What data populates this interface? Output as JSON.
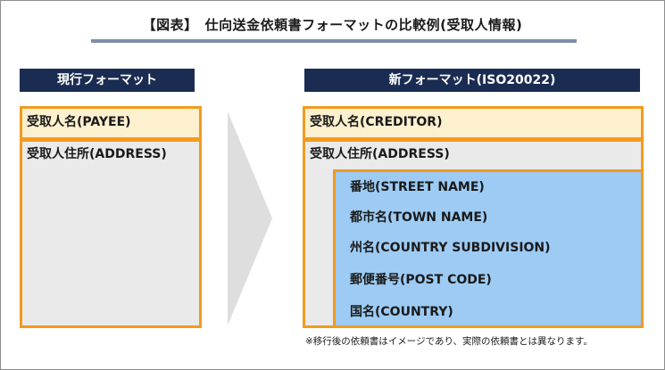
{
  "title": "【図表】　仕向送金依頼書フォーマットの比較例(受取人情報)",
  "current_format": {
    "header": "現行フォーマット",
    "fields": [
      "受取人名(PAYEE)",
      "受取人住所(ADDRESS)"
    ]
  },
  "new_format": {
    "header": "新フォーマット(ISO20022)",
    "name_field": "受取人名(CREDITOR)",
    "address_field": "受取人住所(ADDRESS)",
    "address_subfields": [
      "番地(STREET NAME)",
      "都市名(TOWN NAME)",
      "州名(COUNTRY SUBDIVISION)",
      "郵便番号(POST CODE)",
      "国名(COUNTRY)"
    ]
  },
  "footnote": "※移行後の依頼書はイメージであり、実際の依頼書とは異なります。",
  "colors": {
    "header_navy": "#1b2c52",
    "accent_orange": "#f39a1f",
    "highlight_cream": "#fdf0cf",
    "subfield_blue": "#9dcbf4",
    "panel_gray": "#eaeaea",
    "title_rule": "#7d8ea8",
    "arrow_gray": "#dedede"
  }
}
